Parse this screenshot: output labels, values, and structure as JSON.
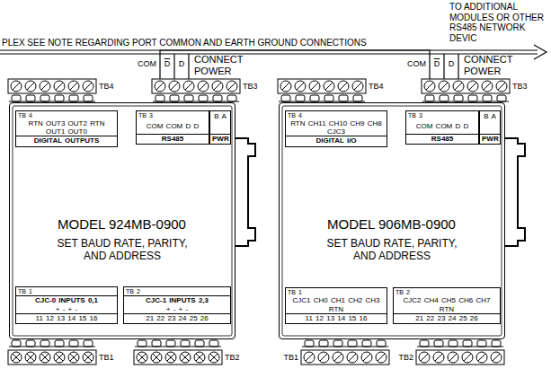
{
  "diagram": {
    "nodes": [
      {
        "text": [
          "TB4"
        ]
      },
      {
        "text": [
          "TB3"
        ]
      },
      {
        "text": [
          "TB4"
        ]
      },
      {
        "text": [
          "TB3"
        ]
      },
      {
        "text": [
          "MODEL 924MB-0900",
          "SET BAUD RATE, PARITY, AND ADDRESS"
        ]
      },
      {
        "text": [
          "TB 4",
          "RTN OUT3 OUT2 RTN OUT1 OUT0",
          "DIGITAL OUTPUTS"
        ],
        "in": 4
      },
      {
        "text": [
          "TB 3",
          "COM COM D D",
          "RS485"
        ],
        "in": 4
      },
      {
        "text": [
          "B A",
          "PWR"
        ],
        "in": 4
      },
      {
        "text": [
          "TB 1",
          "CJC-0 INPUTS 0,1",
          "+ - + -",
          "11 12 13 14 15 16"
        ],
        "in": 4
      },
      {
        "text": [
          "TB 2",
          "CJC-1 INPUTS 2,3",
          "+ - + -",
          "21 22 23 24 25 26"
        ],
        "in": 4
      },
      {
        "text": [
          "MODEL 906MB-0900",
          "SET BAUD RATE, PARITY, AND ADDRESS"
        ]
      },
      {
        "text": [
          "TB 4",
          "RTN CH11 CH10 CH9 CH8 CJC3",
          "DIGITAL I/O"
        ],
        "in": 10
      },
      {
        "text": [
          "TB 3",
          "COM COM D D",
          "RS485"
        ],
        "in": 10
      },
      {
        "text": [
          "B A",
          "PWR"
        ],
        "in": 10
      },
      {
        "text": [
          "TB 1",
          "CJC1 CH0 CH1 CH2 CH3 RTN",
          "11 12 13 14 15 16"
        ],
        "in": 10
      },
      {
        "text": [
          "TB 2",
          "CJC2 CH4 CH5 CH6 CH7 RTN",
          "21 22 23 24 25 26"
        ],
        "in": 10
      },
      {
        "text": [
          "TB1"
        ]
      },
      {
        "text": [
          "TB2"
        ]
      },
      {
        "text": [
          "TB1"
        ]
      },
      {
        "text": [
          "TB2"
        ]
      }
    ],
    "edges": [
      {
        "from": 1,
        "to": 3,
        "arrow": "none"
      }
    ],
    "labels": [
      "PLEX  SEE NOTE REGARDING PORT COMMON AND EARTH GROUND CONNECTIONS",
      "TO ADDITIONAL MODULES OR OTHER RS485 NETWORK DEVIC",
      "COM",
      "D",
      "D",
      "CONNECT POWER",
      "COM",
      "D",
      "D",
      "CONNECT POWER"
    ]
  }
}
